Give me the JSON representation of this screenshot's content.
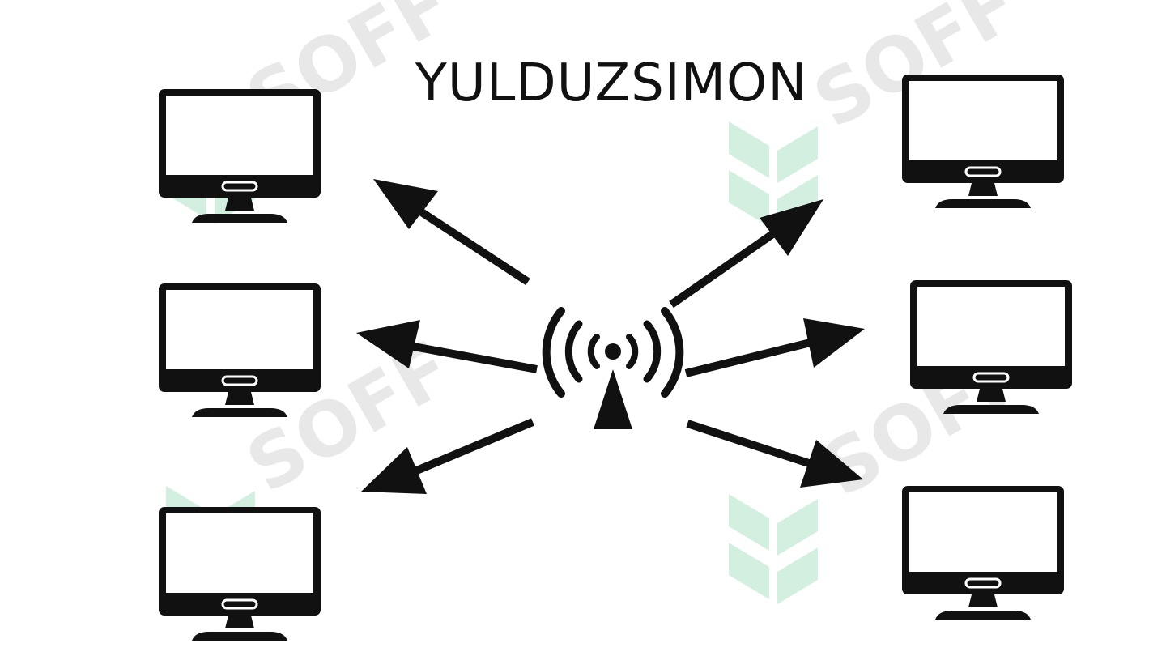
{
  "diagram": {
    "title": "YULDUZSIMON",
    "hub": {
      "icon": "wireless-antenna-icon"
    },
    "nodes": [
      {
        "id": "top-left",
        "icon": "computer-monitor-icon"
      },
      {
        "id": "middle-left",
        "icon": "computer-monitor-icon"
      },
      {
        "id": "bottom-left",
        "icon": "computer-monitor-icon"
      },
      {
        "id": "top-right",
        "icon": "computer-monitor-icon"
      },
      {
        "id": "middle-right",
        "icon": "computer-monitor-icon"
      },
      {
        "id": "bottom-right",
        "icon": "computer-monitor-icon"
      }
    ],
    "connections": [
      {
        "from": "hub",
        "to": "top-left"
      },
      {
        "from": "hub",
        "to": "middle-left"
      },
      {
        "from": "hub",
        "to": "bottom-left"
      },
      {
        "from": "hub",
        "to": "top-right"
      },
      {
        "from": "hub",
        "to": "middle-right"
      },
      {
        "from": "hub",
        "to": "bottom-right"
      }
    ]
  },
  "watermark": {
    "text": "SOFF",
    "logo_color": "#c9ecd9",
    "text_color": "#d8d8d8"
  },
  "colors": {
    "ink": "#111111",
    "screen": "#ffffff",
    "background": "#ffffff"
  }
}
